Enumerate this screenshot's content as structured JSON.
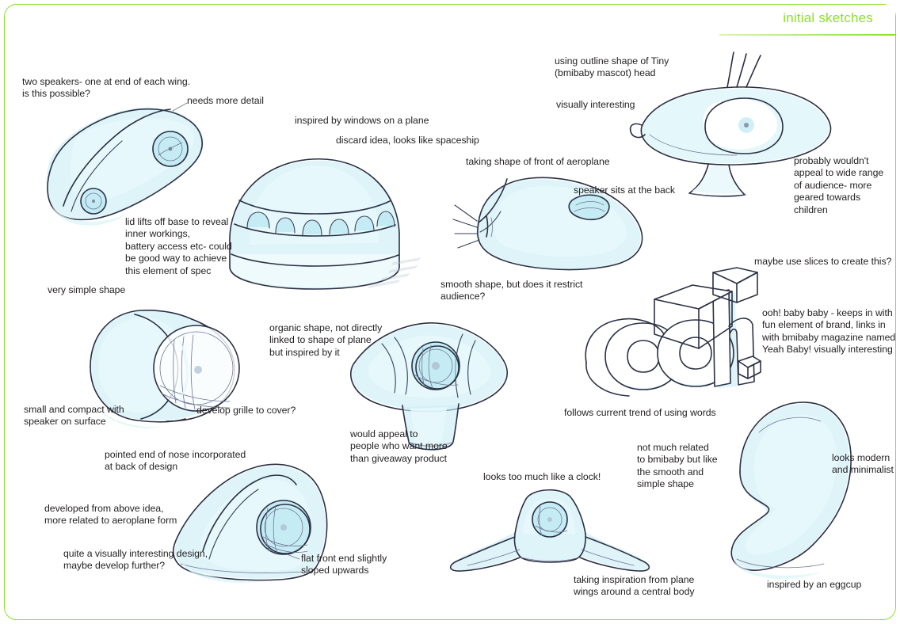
{
  "page": {
    "title": "initial sketches",
    "accent_color": "#8CE02C",
    "ink_color": "#2b3044",
    "wash_color": "#c9eef5",
    "background": "#ffffff"
  },
  "annotations": [
    {
      "id": "two-speakers",
      "text": "two speakers- one at end of each wing.\nis this possible?"
    },
    {
      "id": "needs-more-detail",
      "text": "needs more detail"
    },
    {
      "id": "inspired-windows",
      "text": "inspired by windows on a plane"
    },
    {
      "id": "discard-idea",
      "text": "discard idea, looks like spaceship"
    },
    {
      "id": "lid-lifts-off",
      "text": "lid lifts off base to reveal\ninner workings,\nbattery access etc- could\nbe good way to achieve\nthis element of spec"
    },
    {
      "id": "using-outline-tiny",
      "text": "using outline shape of Tiny\n(bmibaby mascot) head"
    },
    {
      "id": "visually-interesting",
      "text": "visually interesting"
    },
    {
      "id": "taking-shape-front",
      "text": "taking shape of front of aeroplane"
    },
    {
      "id": "speaker-at-back",
      "text": "speaker sits at the back"
    },
    {
      "id": "probably-wouldnt",
      "text": "probably wouldn't\nappeal to wide range\nof audience- more\ngeared towards\nchildren"
    },
    {
      "id": "smooth-shape",
      "text": "smooth shape, but does it restrict\naudience?"
    },
    {
      "id": "maybe-use-slices",
      "text": "maybe use slices to create this?"
    },
    {
      "id": "very-simple-shape",
      "text": "very simple shape"
    },
    {
      "id": "organic-shape",
      "text": "organic shape, not directly\nlinked to shape of plane\nbut inspired by it"
    },
    {
      "id": "ooh-baby-baby",
      "text": "ooh! baby baby - keeps in with\nfun element of brand, links in\nwith bmibaby magazine named\nYeah Baby! visually interesting"
    },
    {
      "id": "small-and-compact",
      "text": "small and compact with\nspeaker on surface"
    },
    {
      "id": "develop-grille",
      "text": "develop grille to cover?"
    },
    {
      "id": "follows-trend",
      "text": "follows current trend of using words"
    },
    {
      "id": "would-appeal",
      "text": "would appeal to\npeople who want more\nthan giveaway product"
    },
    {
      "id": "not-much-related",
      "text": "not much related\nto bmibaby but like\nthe smooth  and\nsimple shape"
    },
    {
      "id": "looks-modern",
      "text": "looks modern\nand minimalist"
    },
    {
      "id": "pointed-end-nose",
      "text": "pointed end of nose incorporated\nat back of design"
    },
    {
      "id": "looks-like-clock",
      "text": "looks too much like a clock!"
    },
    {
      "id": "developed-from-above",
      "text": "developed from above idea,\nmore related to aeroplane form"
    },
    {
      "id": "quite-visually",
      "text": "quite a visually interesting design,\nmaybe develop further?"
    },
    {
      "id": "flat-front-end",
      "text": "flat front end slightly\nsloped upwards"
    },
    {
      "id": "taking-inspiration",
      "text": "taking inspiration from plane\nwings around a central body"
    },
    {
      "id": "inspired-eggcup",
      "text": "inspired by an eggcup"
    }
  ],
  "sketches": [
    {
      "id": "wing-speaker",
      "label": "angled wedge speaker with two round speaker grilles"
    },
    {
      "id": "dome-windows",
      "label": "domed pod with row of plane-window slots on a cylindrical base"
    },
    {
      "id": "aeroplane-nose",
      "label": "aeroplane nose-cone form with rear speaker panel"
    },
    {
      "id": "tiny-mascot-head",
      "label": "outline of Tiny the bmibaby mascot head on a stand"
    },
    {
      "id": "cylinder-speaker",
      "label": "short cylinder speaker with large circular grille"
    },
    {
      "id": "eye-pod-stand",
      "label": "organic eye-shaped pod with central speaker on a stand"
    },
    {
      "id": "ooh-logo",
      "label": "3D extruded ooh! lettering"
    },
    {
      "id": "nose-wedge",
      "label": "rounded wedge with pointed nose at back and circular speaker"
    },
    {
      "id": "winged-clock",
      "label": "winged body with central round speaker resembling a clock"
    },
    {
      "id": "eggcup-form",
      "label": "teardrop eggcup-inspired form"
    }
  ]
}
